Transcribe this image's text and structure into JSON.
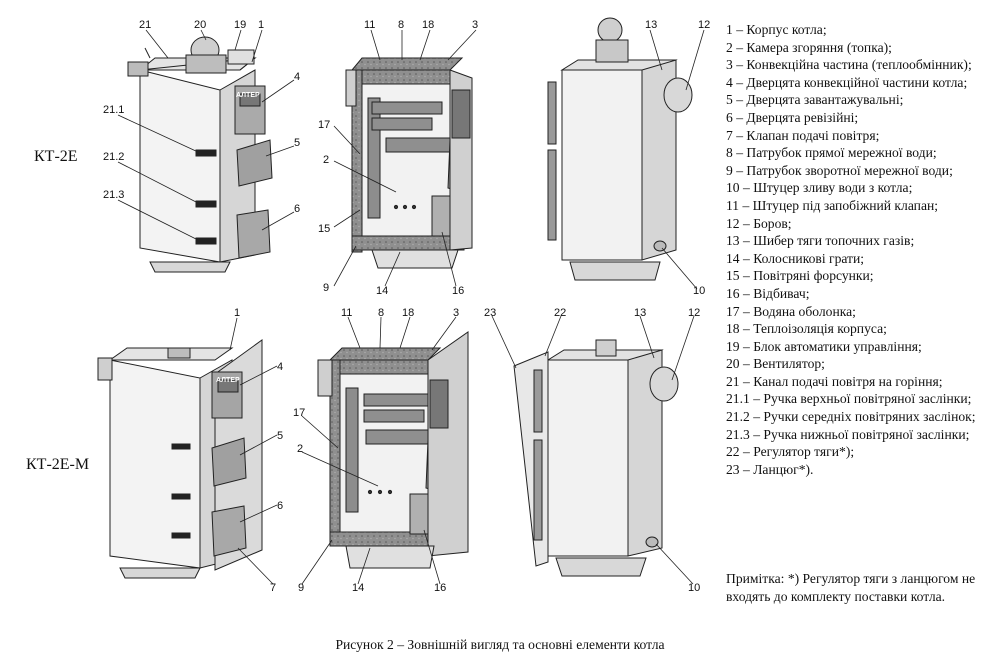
{
  "models": [
    {
      "label": "КТ-2Е"
    },
    {
      "label": "КТ-2Е-М"
    }
  ],
  "brand_plate": "АЛТЕР",
  "callouts": {
    "top_front": [
      "21",
      "20",
      "19",
      "1",
      "4",
      "21.1",
      "5",
      "21.2",
      "21.3",
      "6"
    ],
    "top_section": [
      "11",
      "8",
      "18",
      "3",
      "17",
      "2",
      "15",
      "9",
      "14",
      "16"
    ],
    "top_rear": [
      "13",
      "12",
      "10"
    ],
    "bottom_front": [
      "1",
      "4",
      "5",
      "6",
      "7"
    ],
    "bottom_section": [
      "11",
      "8",
      "18",
      "3",
      "17",
      "2",
      "9",
      "14",
      "16"
    ],
    "bottom_rear": [
      "23",
      "22",
      "13",
      "12",
      "10"
    ]
  },
  "legend": [
    "1 – Корпус котла;",
    "2 – Камера згоряння (топка);",
    "3 – Конвекційна частина (теплообмінник);",
    "4 – Дверцята конвекційної частини котла;",
    "5 – Дверцята завантажувальні;",
    "6 – Дверцята ревізійні;",
    "7 – Клапан подачі повітря;",
    "8 – Патрубок прямої мережної води;",
    "9 – Патрубок зворотної мережної води;",
    "10 – Штуцер зливу води з котла;",
    "11 – Штуцер під запобіжний клапан;",
    "12 – Боров;",
    "13 – Шибер тяги топочних газів;",
    "14 – Колосникові грати;",
    "15 – Повітряні форсунки;",
    "16 – Відбивач;",
    "17 – Водяна оболонка;",
    "18 – Теплоізоляція корпуса;",
    "19 – Блок автоматики управління;",
    "20 – Вентилятор;",
    "21 – Канал подачі повітря на горіння;",
    "21.1 – Ручка верхньої повітряної заслінки;",
    "21.2 – Ручки середніх повітряних заслінок;",
    "21.3 – Ручка нижньої повітряної заслінки;",
    "22 – Регулятор тяги*);",
    "23 – Ланцюг*)."
  ],
  "note": "Примітка: *) Регулятор тяги з ланцюгом не входять до комплекту поставки котла.",
  "caption": "Рисунок 2 – Зовнішній вигляд та основні елементи котла",
  "colors": {
    "line": "#222222",
    "body_face": "#f2f2f2",
    "body_side": "#d9d9d9",
    "insulation": "#8c8c8c",
    "door": "#9a9a9a",
    "water": "#e8e8e8"
  }
}
